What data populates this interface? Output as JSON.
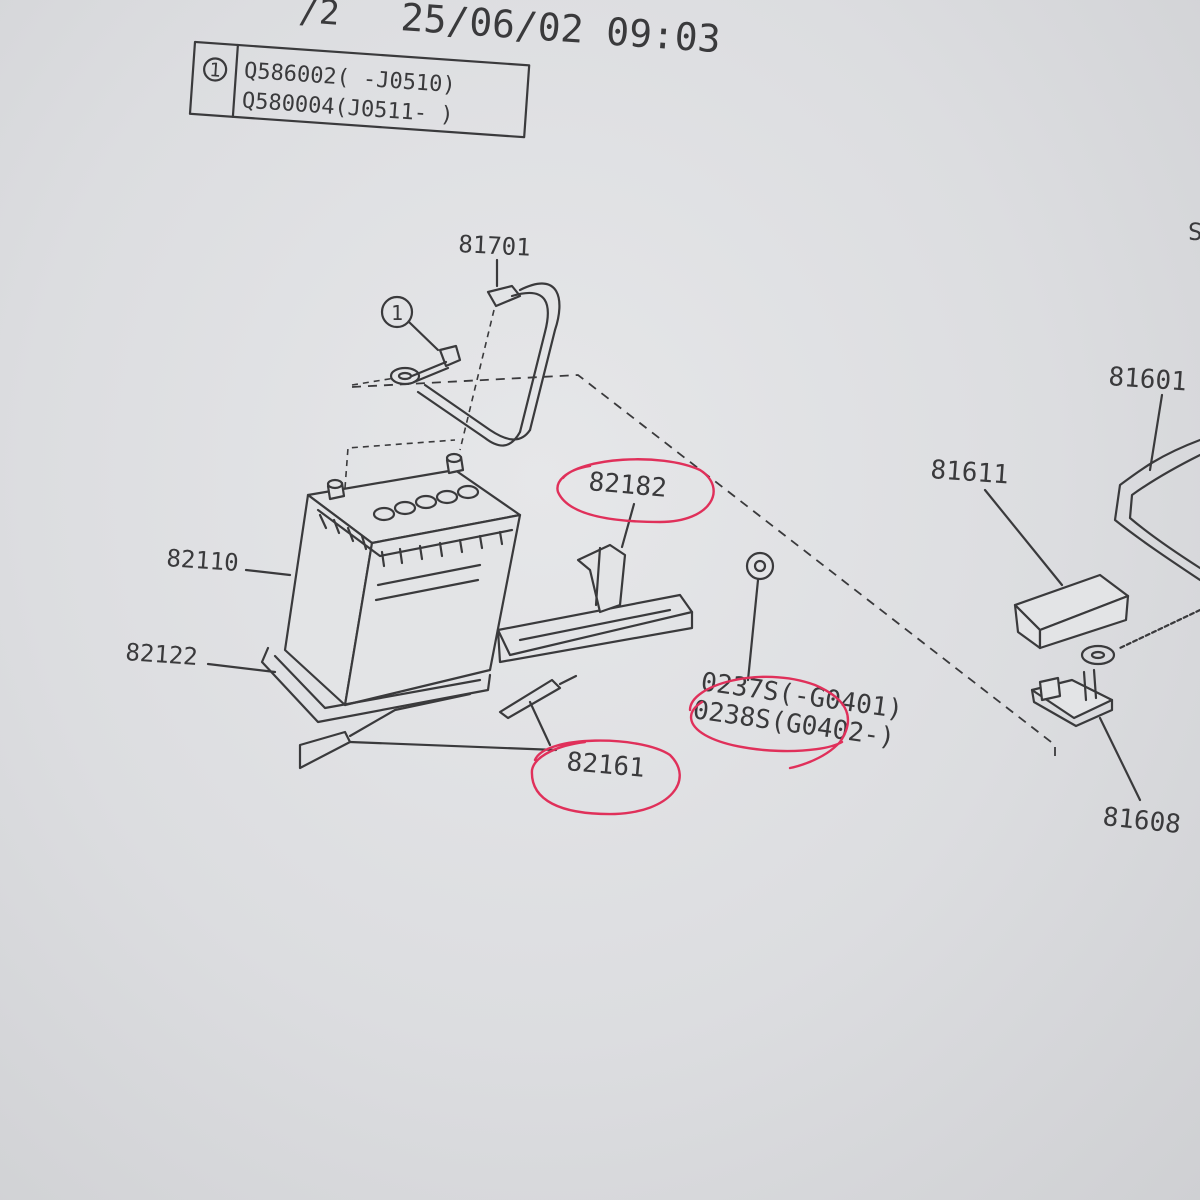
{
  "header": {
    "page_fragment": "/2",
    "datetime": "25/06/02 09:03"
  },
  "legend_box": {
    "ref_mark": "1",
    "lines": [
      "Q586002(  -J0510)",
      "Q580004(J0511-  )"
    ]
  },
  "callouts": {
    "p81701": "81701",
    "ref1": "1",
    "p82110": "82110",
    "p82122": "82122",
    "p82182": "82182",
    "p82161": "82161",
    "p0237s": "0237S(-G0401)",
    "p0238s": "0238S(G0402-)",
    "p81601": "81601",
    "p81611": "81611",
    "p81608": "81608",
    "edge_mark": "S"
  },
  "colors": {
    "ink": "#3a3a3c",
    "annotation": "#e0305a"
  }
}
